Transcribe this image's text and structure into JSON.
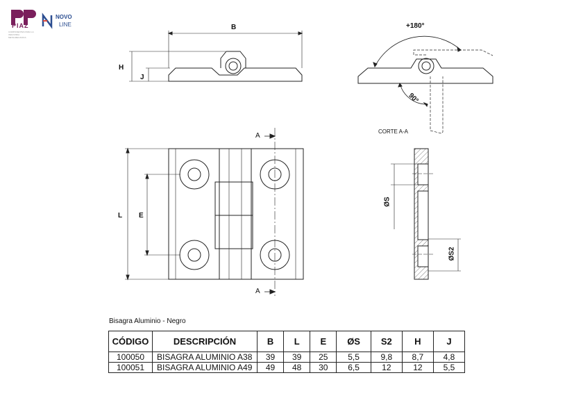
{
  "logos": {
    "piaz": {
      "name": "PIAZ",
      "tagline": "COMPONENTES PARA LA INDUSTRIA METALMECANICA"
    },
    "novo": {
      "line1": "NOVO",
      "line2": "LINE"
    }
  },
  "drawing": {
    "dims": {
      "B": "B",
      "H": "H",
      "J": "J",
      "L": "L",
      "E": "E",
      "S": "ØS",
      "S2": "ØS2"
    },
    "angles": {
      "open": "+180°",
      "right": "90°"
    },
    "section_marker": "A",
    "section_title": "CORTE A-A"
  },
  "subtitle": "Bisagra Aluminio - Negro",
  "table": {
    "headers": [
      "CÓDIGO",
      "DESCRIPCIÓN",
      "B",
      "L",
      "E",
      "ØS",
      "S2",
      "H",
      "J"
    ],
    "rows": [
      [
        "100050",
        "BISAGRA ALUMINIO A38",
        "39",
        "39",
        "25",
        "5,5",
        "9,8",
        "8,7",
        "4,8"
      ],
      [
        "100051",
        "BISAGRA ALUMINIO A49",
        "49",
        "48",
        "30",
        "6,5",
        "12",
        "12",
        "5,5"
      ]
    ]
  },
  "colors": {
    "line": "#222222",
    "brand_purple": "#7a1f5c",
    "brand_blue": "#2c4e91"
  }
}
